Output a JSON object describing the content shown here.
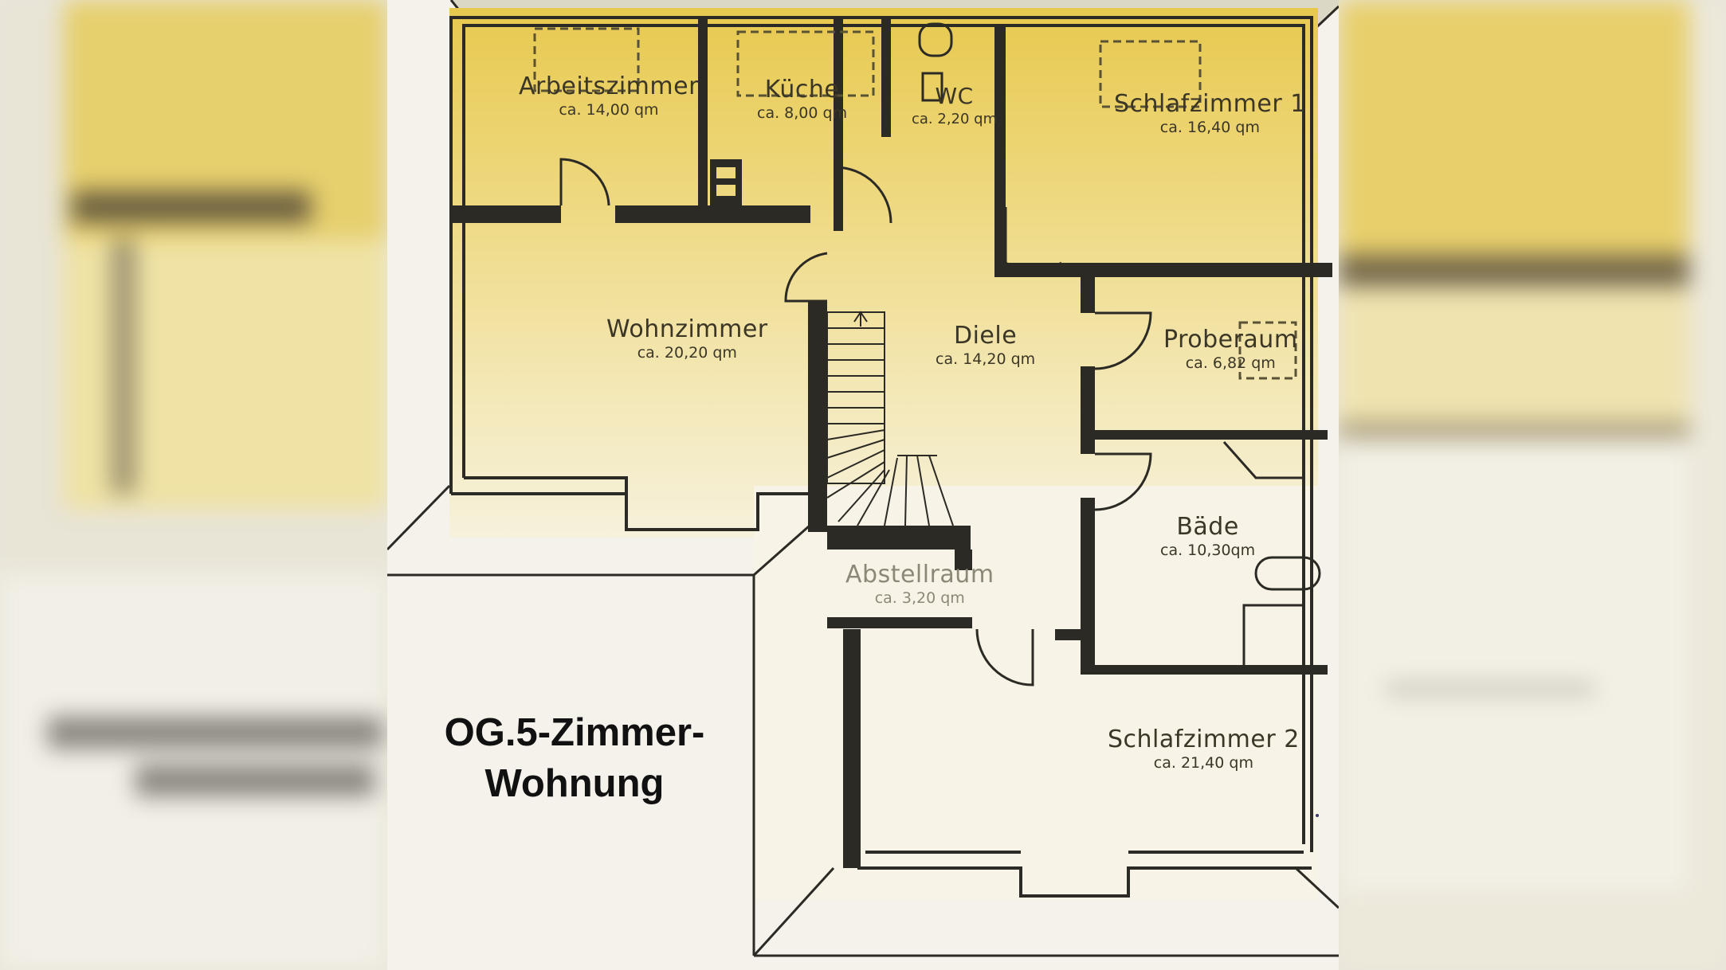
{
  "title_line1": "OG.5-Zimmer-",
  "title_line2": "Wohnung",
  "colors": {
    "room_fill_top": "#e9cc5a",
    "wall": "#2b2a24",
    "paper": "#f5f3ea"
  },
  "rooms": [
    {
      "key": "arbeitszimmer",
      "name": "Arbeitszimmer",
      "area": "ca. 14,00 qm"
    },
    {
      "key": "kueche",
      "name": "Küche",
      "area": "ca. 8,00 qm"
    },
    {
      "key": "wc",
      "name": "WC",
      "area": "ca. 2,20 qm"
    },
    {
      "key": "schlafzimmer1",
      "name": "Schlafzimmer 1",
      "area": "ca. 16,40 qm"
    },
    {
      "key": "wohnzimmer",
      "name": "Wohnzimmer",
      "area": "ca. 20,20 qm"
    },
    {
      "key": "diele",
      "name": "Diele",
      "area": "ca. 14,20 qm"
    },
    {
      "key": "proberaum",
      "name": "Proberaum",
      "area": "ca. 6,82 qm"
    },
    {
      "key": "baede",
      "name": "Bäde",
      "area": "ca. 10,30qm"
    },
    {
      "key": "abstellraum",
      "name": "Abstellraum",
      "area": "ca. 3,20 qm"
    },
    {
      "key": "schlafzimmer2",
      "name": "Schlafzimmer 2",
      "area": "ca. 21,40 qm"
    }
  ]
}
